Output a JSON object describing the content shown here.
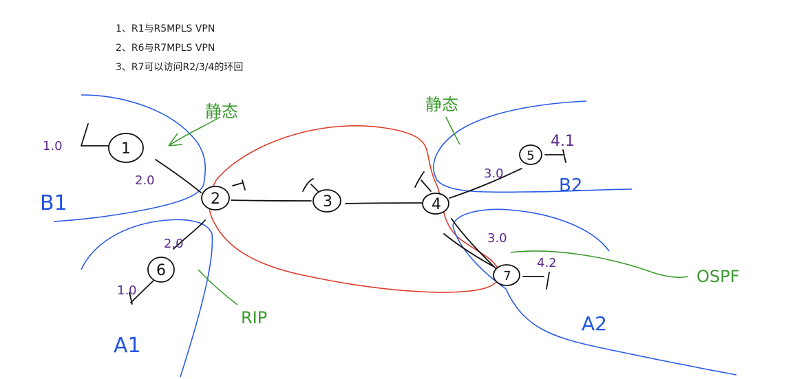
{
  "requirements": [
    "1、R1与R5MPLS VPN",
    "2、R6与R7MPLS VPN",
    "3、R7可以访问R2/3/4的环回"
  ],
  "routers": [
    {
      "id": "r1",
      "label": "1"
    },
    {
      "id": "r2",
      "label": "2"
    },
    {
      "id": "r3",
      "label": "3"
    },
    {
      "id": "r4",
      "label": "4"
    },
    {
      "id": "r5",
      "label": "5"
    },
    {
      "id": "r6",
      "label": "6"
    },
    {
      "id": "r7",
      "label": "7"
    }
  ],
  "annotations": {
    "r1_loopback": "1.0",
    "r1_link": "2.0",
    "r6_link": "2.0",
    "r6_loopback": "1.0",
    "r5_link": "3.0",
    "r5_loopback": "4.1",
    "r7_link": "3.0",
    "r7_loopback": "4.2"
  },
  "region_labels": {
    "b1": "B1",
    "a1": "A1",
    "b2": "B2",
    "a2": "A2"
  },
  "protocol_labels": {
    "left_static": "静态",
    "right_static": "静态",
    "rip": "RIP",
    "ospf": "OSPF"
  },
  "colors": {
    "mpls_domain": "#e03a28",
    "vpn_boundary": "#2a5be8",
    "protocol_annotation": "#3d9a2f",
    "address_annotation": "#5a2a8c",
    "topology": "#111111"
  }
}
